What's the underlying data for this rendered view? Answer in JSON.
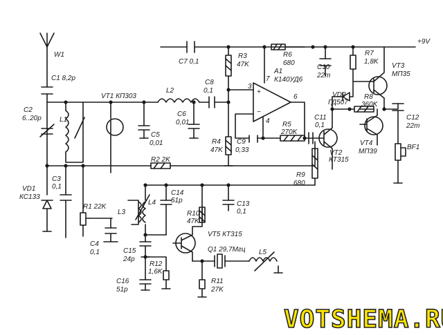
{
  "supply": "+9V",
  "watermark": "VOTSHEMA.RU",
  "labels": {
    "w1": "W1",
    "c1": "C1 8,2p",
    "c2": "C2",
    "c2_val": "6..20p",
    "l1": "L1",
    "vt1": "VT1 КП303",
    "l2": "L2",
    "c5": "C5",
    "c5_val": "0,01",
    "c6": "C6",
    "c6_val": "0,01",
    "c8": "C8",
    "c8_val": "0,1",
    "c7": "C7 0,1",
    "r3": "R3",
    "r3_val": "47K",
    "r6": "R6",
    "r6_val": "680",
    "c10": "C10",
    "c10_val": "22m",
    "r7": "R7",
    "r7_val": "1,8K",
    "vt3": "VT3",
    "vt3_val": "МП35",
    "a1": "A1",
    "a1_val": "К140УД6",
    "vd2": "VD2",
    "vd2_val": "ГД507",
    "r8": "R8",
    "r8_val": "360K",
    "c12": "C12",
    "c12_val": "22m",
    "pin3": "3",
    "pin7": "7",
    "pin6": "6",
    "pin4": "4",
    "r5": "R5",
    "r5_val": "270K",
    "c11": "C11",
    "c11_val": "0,1",
    "r4": "R4",
    "r4_val": "47K",
    "c9": "C9",
    "c9_val": "0,33",
    "vt2": "VT2",
    "vt2_val": "КТ315",
    "vt4": "VT4",
    "vt4_val": "МП39",
    "bf1": "BF1",
    "r2": "R2 2K",
    "r9": "R9",
    "r9_val": "680",
    "vd1": "VD1",
    "vd1_val": "КС133",
    "c3": "C3",
    "c3_val": "0,1",
    "r1": "R1 22K",
    "l3": "L3",
    "l4": "L4",
    "c14": "C14",
    "c14_val": "51p",
    "c13": "C13",
    "c13_val": "0,1",
    "r10": "R10",
    "r10_val": "47K",
    "vt5": "VT5 КТ315",
    "c4": "C4",
    "c4_val": "0,1",
    "c15": "C15",
    "c15_val": "24p",
    "q1": "Q1 29,7Мгц",
    "l5": "L5",
    "r12": "R12",
    "r12_val": "1,6K",
    "c16": "C16",
    "c16_val": "51p",
    "r11": "R11",
    "r11_val": "27K"
  },
  "colors": {
    "ink": "#1a1a1a",
    "watermark_fill": "#ffe600",
    "background": "#ffffff"
  }
}
